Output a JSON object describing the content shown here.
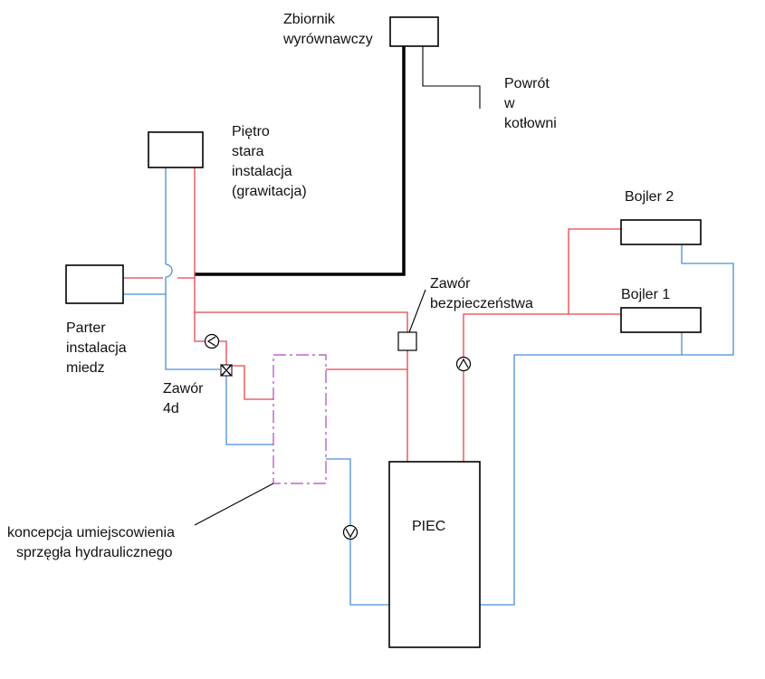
{
  "labels": {
    "expansion_tank": [
      "Zbiornik",
      "wyrównawczy"
    ],
    "return": [
      "Powrót",
      "w",
      "kotłowni"
    ],
    "upstairs": [
      "Piętro",
      "stara",
      "instalacja",
      "(grawitacja)"
    ],
    "boiler2": "Bojler 2",
    "boiler1": "Bojler 1",
    "safety_valve": [
      "Zawór",
      "bezpieczeństwa"
    ],
    "ground_floor": [
      "Parter",
      "instalacja",
      "miedz"
    ],
    "valve_4d": [
      "Zawór",
      "4d"
    ],
    "furnace": "PIEC",
    "coupler_note": [
      "koncepcja umiejscowienia",
      "sprzęgła hydraulicznego"
    ]
  },
  "colors": {
    "supply": "#e8434a",
    "return": "#4b8fd6",
    "gravity_pipe": "#000000",
    "hydraulic_coupler": "#b048c0"
  }
}
